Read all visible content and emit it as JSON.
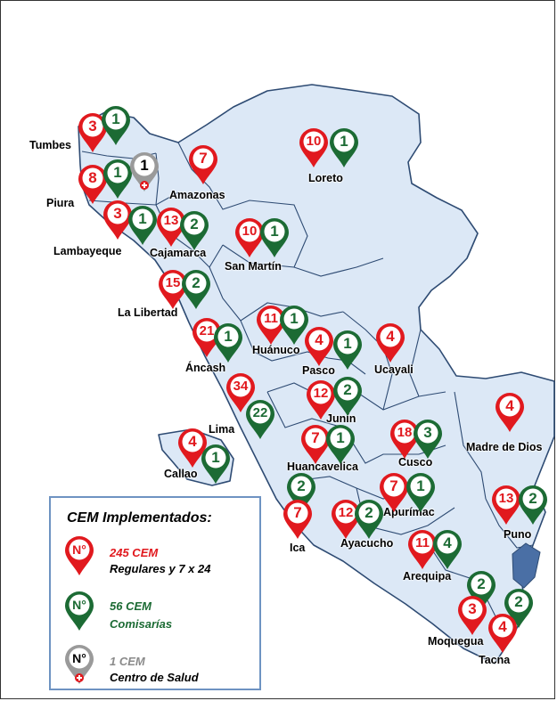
{
  "colors": {
    "red": "#e1191e",
    "green": "#1c6b34",
    "gray": "#9a9a9a",
    "map_fill": "#dce8f6",
    "border": "#2e4b73"
  },
  "regions": [
    {
      "name": "Tumbes",
      "cem": "3",
      "comisarias": "1"
    },
    {
      "name": "Piura",
      "cem": "8",
      "comisarias": "1",
      "salud": "1"
    },
    {
      "name": "Lambayeque",
      "cem": "3",
      "comisarias": "1"
    },
    {
      "name": "Amazonas",
      "cem": "7"
    },
    {
      "name": "Cajamarca",
      "cem": "13",
      "comisarias": "2"
    },
    {
      "name": "Loreto",
      "cem": "10",
      "comisarias": "1"
    },
    {
      "name": "San Martín",
      "cem": "10",
      "comisarias": "1"
    },
    {
      "name": "La Libertad",
      "cem": "15",
      "comisarias": "2"
    },
    {
      "name": "Áncash",
      "cem": "21",
      "comisarias": "1"
    },
    {
      "name": "Huánuco",
      "cem": "11",
      "comisarias": "1"
    },
    {
      "name": "Pasco",
      "cem": "4",
      "comisarias": "1"
    },
    {
      "name": "Ucayali",
      "cem": "4"
    },
    {
      "name": "Lima",
      "cem": "34",
      "comisarias": "22"
    },
    {
      "name": "Junín",
      "cem": "12",
      "comisarias": "2"
    },
    {
      "name": "Callao",
      "cem": "4",
      "comisarias": "1"
    },
    {
      "name": "Huancavelica",
      "cem": "7",
      "comisarias": "1"
    },
    {
      "name": "Cusco",
      "cem": "18",
      "comisarias": "3"
    },
    {
      "name": "Madre de Dios",
      "cem": "4"
    },
    {
      "name": "Ica",
      "cem": "7",
      "comisarias": "2"
    },
    {
      "name": "Ayacucho",
      "cem": "12",
      "comisarias": "2"
    },
    {
      "name": "Apurímac",
      "cem": "7",
      "comisarias": "1"
    },
    {
      "name": "Puno",
      "cem": "13",
      "comisarias": "2"
    },
    {
      "name": "Arequipa",
      "cem": "11",
      "comisarias": "4"
    },
    {
      "name": "Moquegua",
      "cem": "3",
      "comisarias": "2"
    },
    {
      "name": "Tacna",
      "cem": "4",
      "comisarias": "2"
    }
  ],
  "legend": {
    "title": "CEM Implementados:",
    "pin_symbol": "N°",
    "items": [
      {
        "count": "245 CEM",
        "desc": "Regulares y 7 x 24",
        "color": "red"
      },
      {
        "count": "56 CEM",
        "desc": "Comisarías",
        "color": "green"
      },
      {
        "count": "1 CEM",
        "desc": "Centro de  Salud",
        "color": "gray",
        "icon": "red-cross-icon"
      }
    ]
  }
}
